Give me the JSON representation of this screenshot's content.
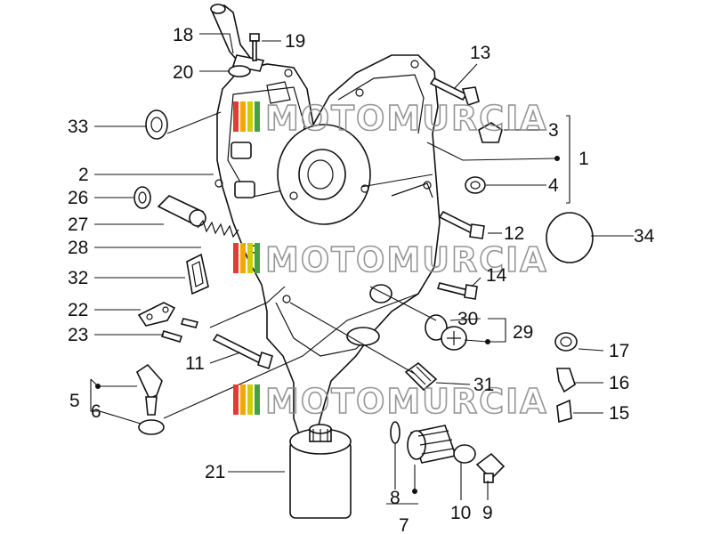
{
  "watermark": {
    "text": "MOTOMURCIA",
    "stripe_colors": [
      "#e53935",
      "#f2a800",
      "#cfcf00",
      "#43a047"
    ]
  },
  "callouts": {
    "n1": "1",
    "n2": "2",
    "n3": "3",
    "n4": "4",
    "n5": "5",
    "n6": "6",
    "n7": "7",
    "n8": "8",
    "n9": "9",
    "n10": "10",
    "n11": "11",
    "n12": "12",
    "n13": "13",
    "n14": "14",
    "n15": "15",
    "n16": "16",
    "n17": "17",
    "n18": "18",
    "n19": "19",
    "n20": "20",
    "n21": "21",
    "n22": "22",
    "n23": "23",
    "n26": "26",
    "n27": "27",
    "n28": "28",
    "n29": "29",
    "n30": "30",
    "n31": "31",
    "n32": "32",
    "n33": "33",
    "n34": "34"
  }
}
